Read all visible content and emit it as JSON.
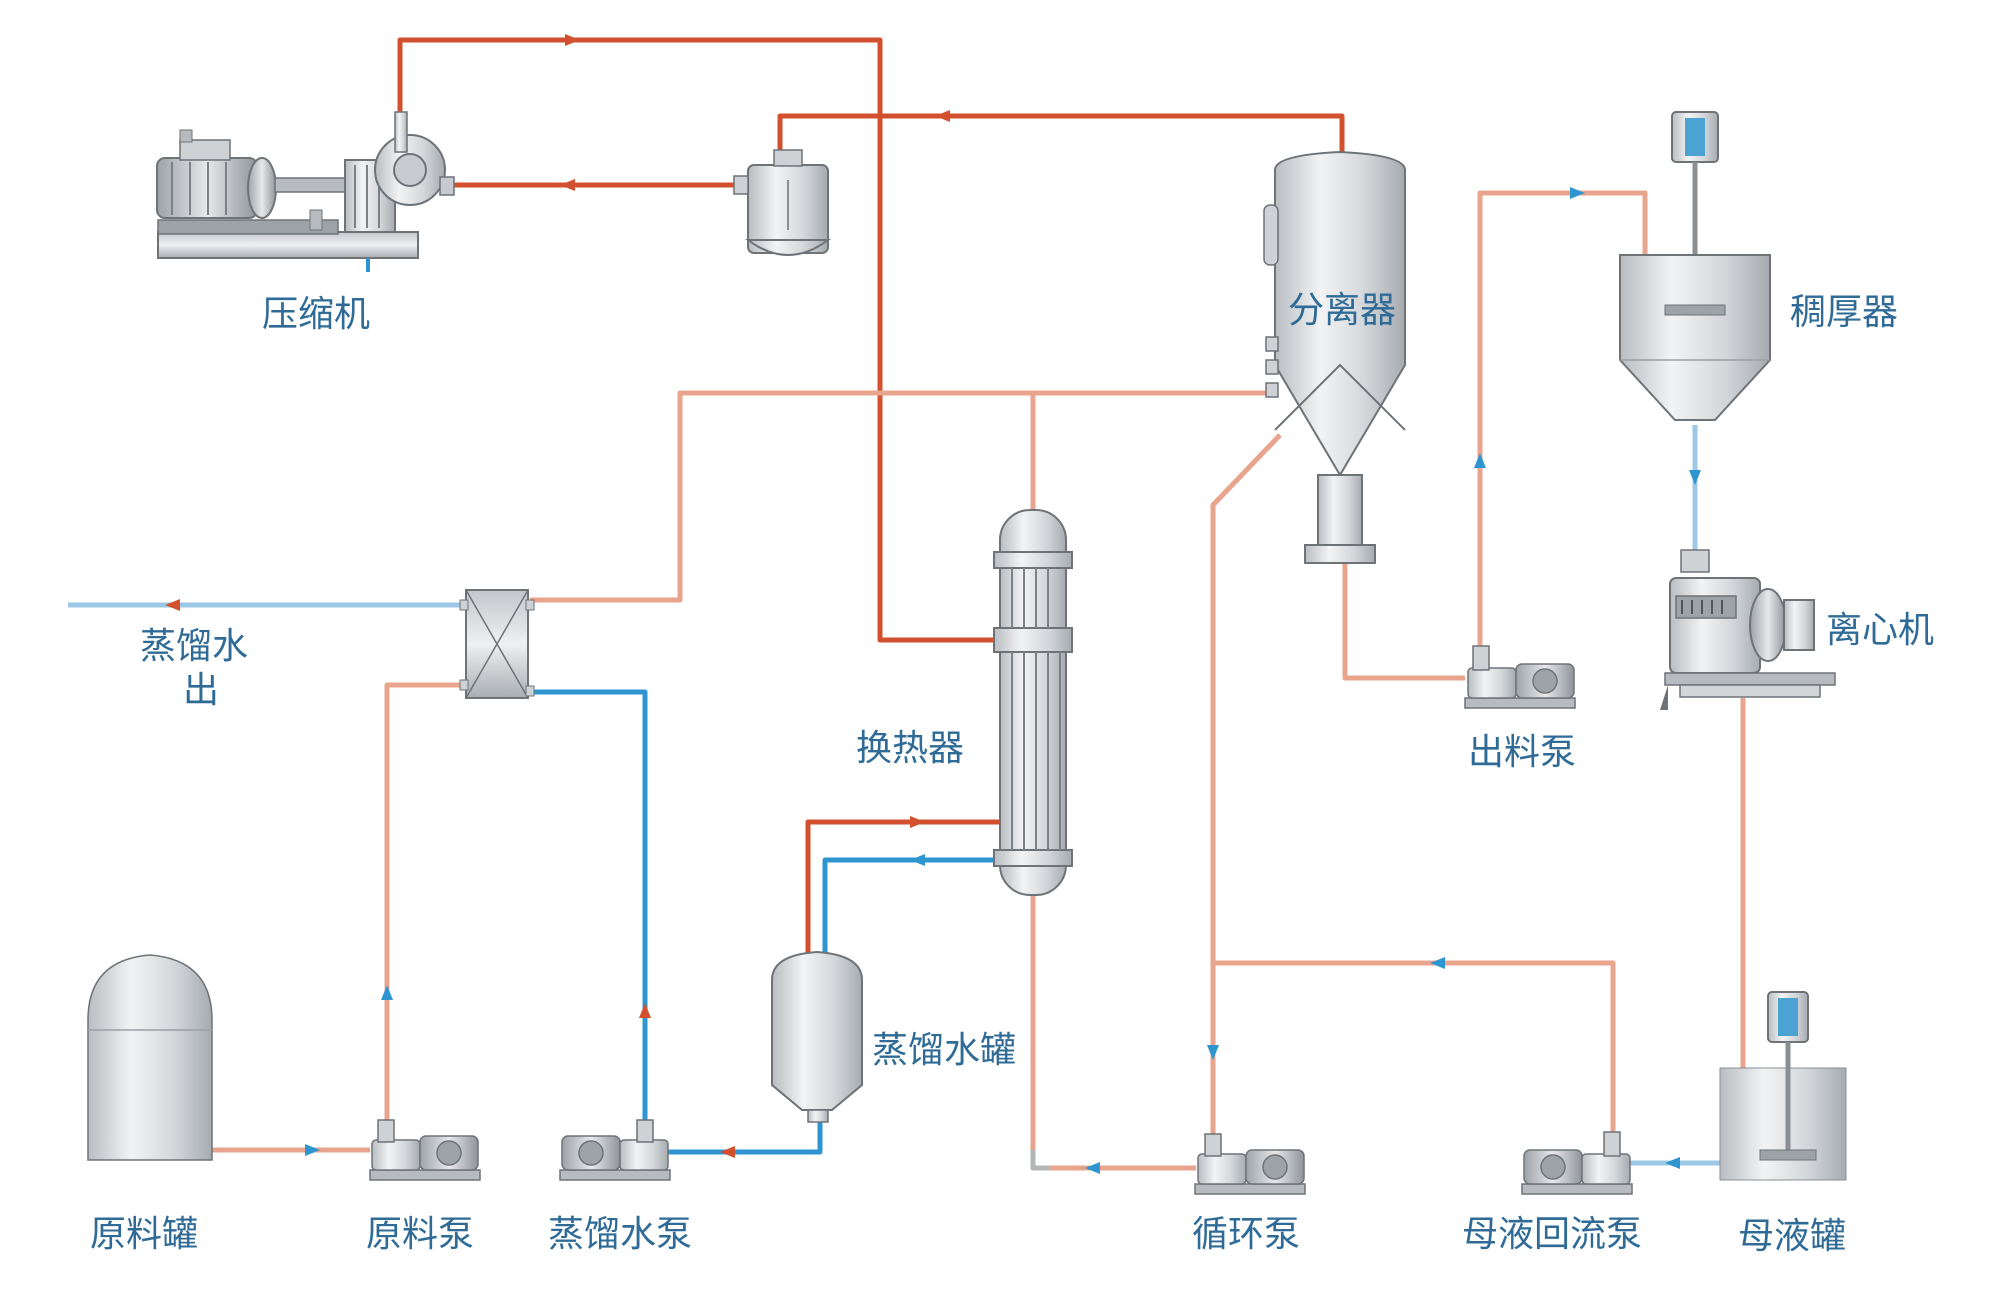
{
  "labels": {
    "compressor": "压缩机",
    "separator": "分离器",
    "thickener": "稠厚器",
    "centrifuge": "离心机",
    "discharge_pump": "出料泵",
    "distilled_out_1": "蒸馏水",
    "distilled_out_2": "出",
    "heat_exchanger": "换热器",
    "distilled_tank": "蒸馏水罐",
    "raw_tank": "原料罐",
    "raw_pump": "原料泵",
    "distilled_pump": "蒸馏水泵",
    "circulation_pump": "循环泵",
    "mother_return_pump": "母液回流泵",
    "mother_tank": "母液罐"
  },
  "colors": {
    "steam": "#d2502e",
    "feed": "#e8a48d",
    "water": "#2f95d0",
    "light_water": "#9cc7e6",
    "equipment": "#d9dcdf",
    "equipment_edge": "#6e7378",
    "text": "#2f6b96"
  }
}
